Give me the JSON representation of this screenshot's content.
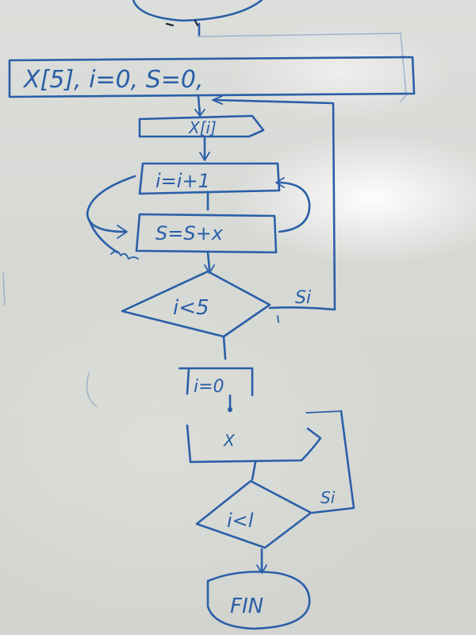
{
  "flowchart": {
    "init_block": "X[5], i=0, S=0,",
    "input_loop1": "X[i]",
    "increment": "i=i+1",
    "accumulate": "S=S+x",
    "decision1": "i<5",
    "decision1_yes": "Si",
    "reset": "i=0",
    "output_block": "X",
    "decision2": "i<l",
    "decision2_yes": "Si",
    "end": "FIN"
  },
  "colors": {
    "marker_blue": "#2a5fa7",
    "whiteboard": "#d8dad6"
  }
}
